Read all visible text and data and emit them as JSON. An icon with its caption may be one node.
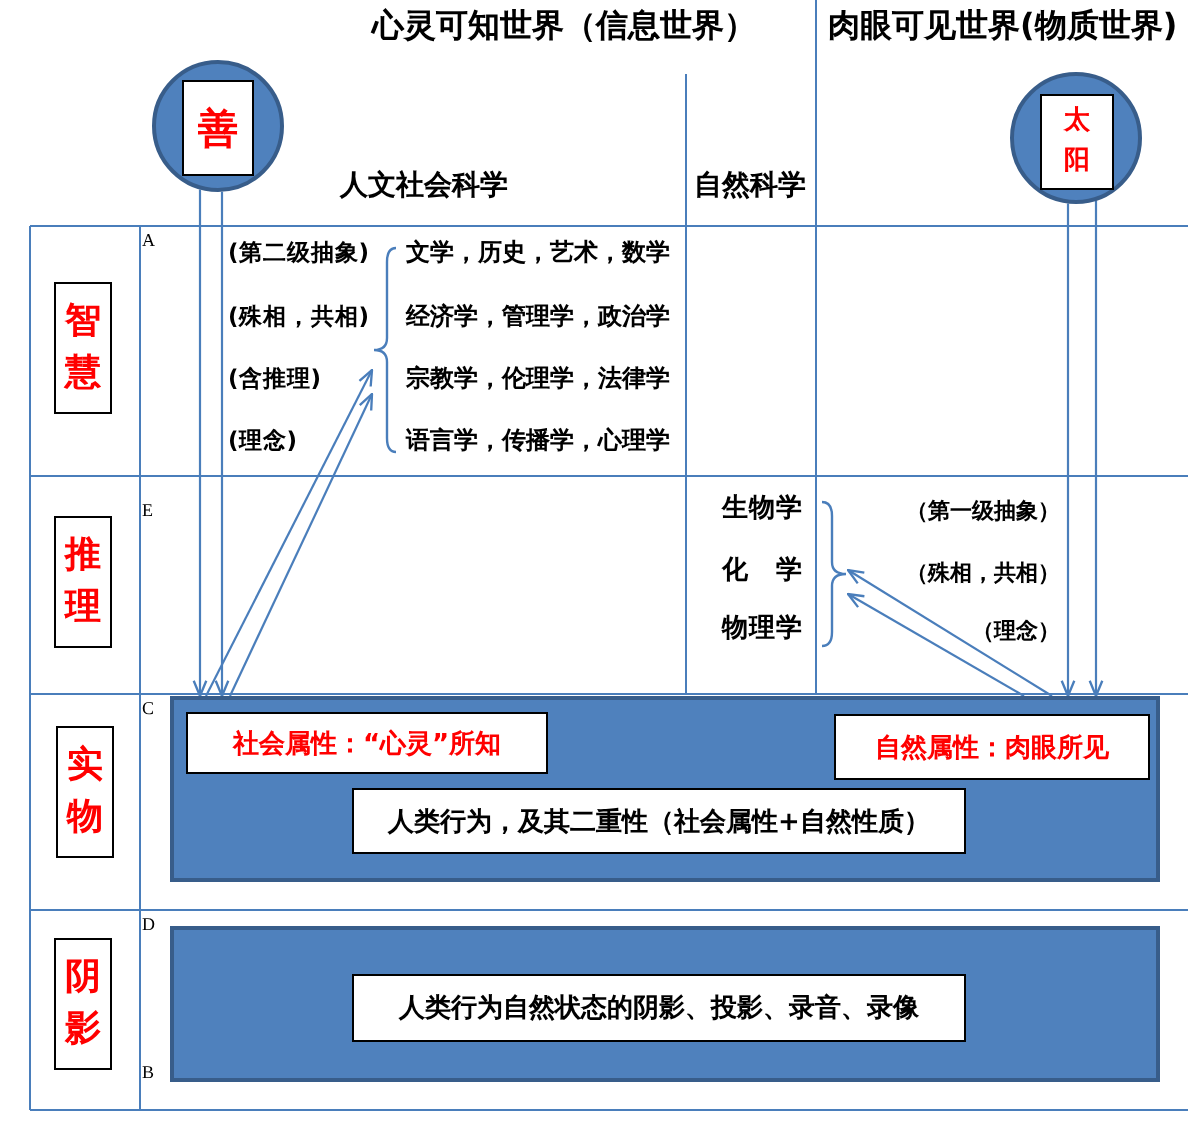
{
  "diagram": {
    "nodes": [
      {
        "text": [
          "善"
        ]
      },
      {
        "text": [
          "太阳"
        ]
      },
      {
        "text": [
          "智慧"
        ]
      },
      {
        "text": [],
        "shape": "bracket"
      },
      {
        "text": [
          "推理"
        ]
      },
      {
        "text": [],
        "shape": "bracket"
      },
      {
        "text": [
          "实物"
        ]
      },
      {
        "text": [],
        "shape": "box"
      },
      {
        "text": [
          "社会属性：“心灵”所知"
        ],
        "in": 7
      },
      {
        "text": [
          "自然属性：肉眼所见"
        ],
        "in": 7
      },
      {
        "text": [
          "人类行为，及其二重性（社会属性+自然性质）"
        ],
        "in": 7
      },
      {
        "text": [
          "阴影"
        ]
      },
      {
        "text": [],
        "shape": "box"
      },
      {
        "text": [
          "人类行为自然状态的阴影、投影、录音、录像"
        ],
        "in": 12
      }
    ],
    "edges": [
      {
        "from": 0,
        "to": 7,
        "arrow": "to"
      },
      {
        "from": 0,
        "to": 7,
        "arrow": "to"
      },
      {
        "from": 1,
        "to": 7,
        "arrow": "to"
      },
      {
        "from": 1,
        "to": 7,
        "arrow": "to"
      },
      {
        "from": 7,
        "to": 3,
        "arrow": "to"
      },
      {
        "from": 7,
        "to": 3,
        "arrow": "to"
      },
      {
        "from": 7,
        "to": 5,
        "arrow": "to"
      },
      {
        "from": 7,
        "to": 5,
        "arrow": "to"
      }
    ],
    "labels": [
      "心灵可知世界（信息世界）",
      "肉眼可见世界(物质世界)",
      "人文社会科学",
      "自然科学",
      "A",
      "(第二级抽象)",
      "文学，历史，艺术，数学",
      "(殊相，共相)",
      "经济学，管理学，政治学",
      "(含推理)",
      "宗教学，伦理学，法律学",
      "(理念)",
      "语言学，传播学，心理学",
      "E",
      "生物学",
      "（第一级抽象）",
      "化 学",
      "（殊相，共相）",
      "物理学",
      "（理念）",
      "C",
      "D",
      "B"
    ]
  }
}
